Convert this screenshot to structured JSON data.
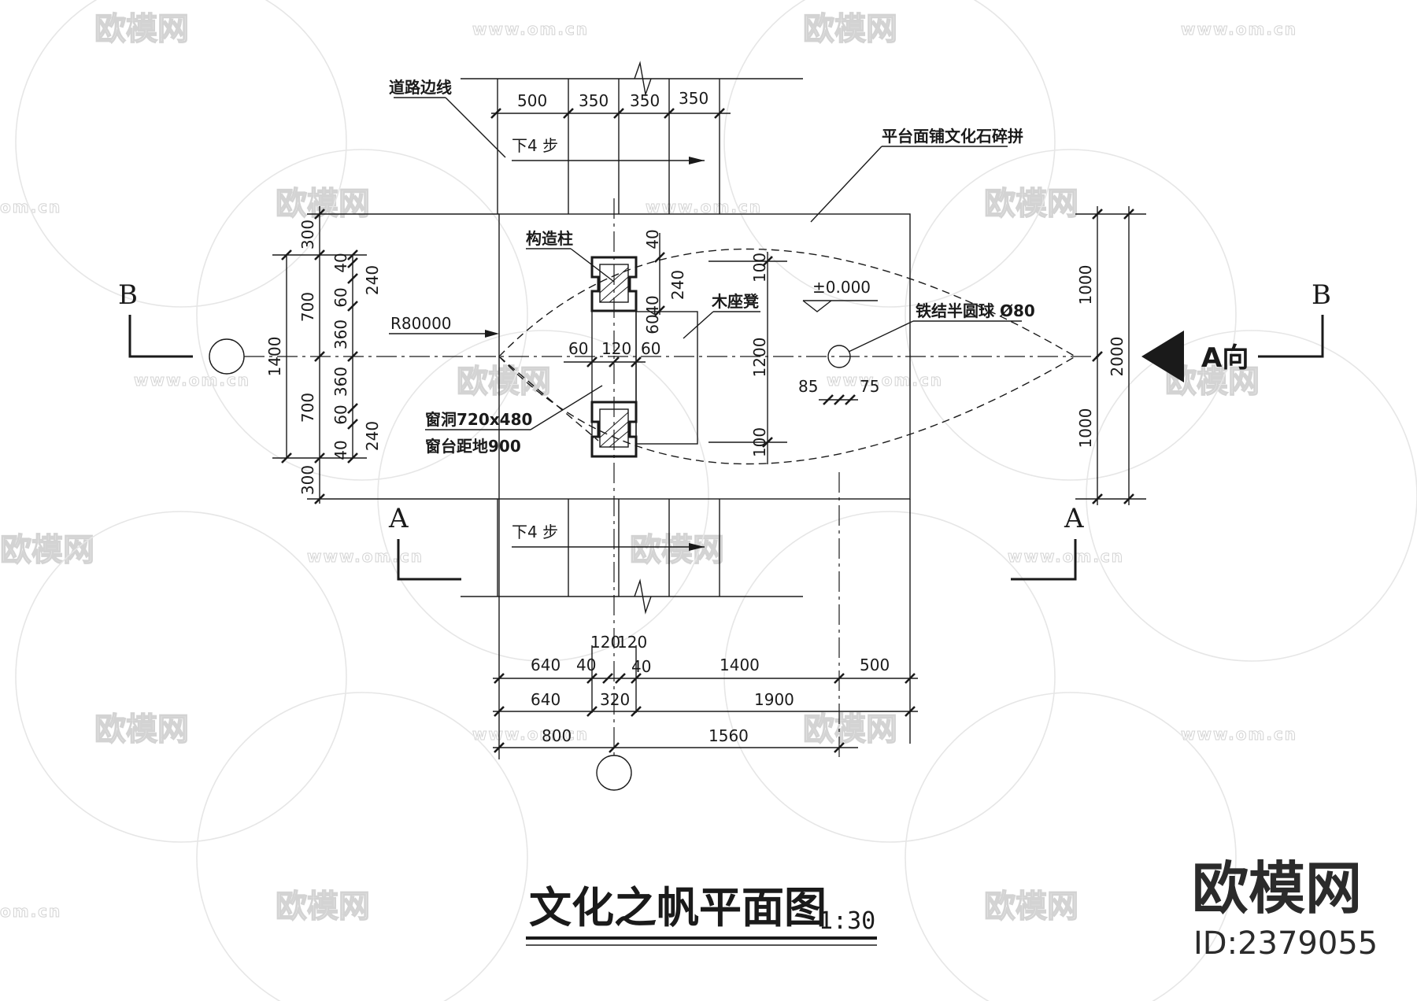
{
  "title": "文化之帆平面图",
  "scale": "1:30",
  "brand": {
    "name": "欧模网",
    "id": "ID:2379055"
  },
  "watermark": {
    "text": "欧模网",
    "url": "www.om.cn",
    "short_url": "om.cn"
  },
  "labels": {
    "road_edge": "道路边线",
    "paving": "平台面铺文化石碎拼",
    "column": "构造柱",
    "bench": "木座凳",
    "elevation": "±0.000",
    "hemisphere": "铁结半圆球 Ø80",
    "radius": "R80000",
    "window": "窗洞720x480",
    "sill": "窗台距地900",
    "steps_top": "下4  步",
    "steps_bottom": "下4  步",
    "view_a": "A向",
    "section_b": "B",
    "section_a": "A"
  },
  "dims": {
    "top": [
      "500",
      "350",
      "350",
      "350"
    ],
    "left_outer": "1400",
    "left_mid": [
      "300",
      "700",
      "700",
      "300"
    ],
    "left_inner": [
      "40",
      "60",
      "360",
      "360",
      "60",
      "40"
    ],
    "left_small": [
      "240",
      "240"
    ],
    "col_top": "40",
    "col_side": [
      "240",
      "40",
      "60"
    ],
    "mid": [
      "60",
      "120",
      "60"
    ],
    "bench": [
      "100",
      "1200",
      "100"
    ],
    "sphere": [
      "85",
      "75"
    ],
    "right_outer": "2000",
    "right_inner": [
      "1000",
      "1000"
    ],
    "bottom_top": [
      "120",
      "120"
    ],
    "bottom_row1": [
      "640",
      "40",
      "40",
      "1400",
      "500"
    ],
    "bottom_row2": [
      "640",
      "320",
      "1900"
    ],
    "bottom_row3": [
      "800",
      "1560"
    ]
  }
}
